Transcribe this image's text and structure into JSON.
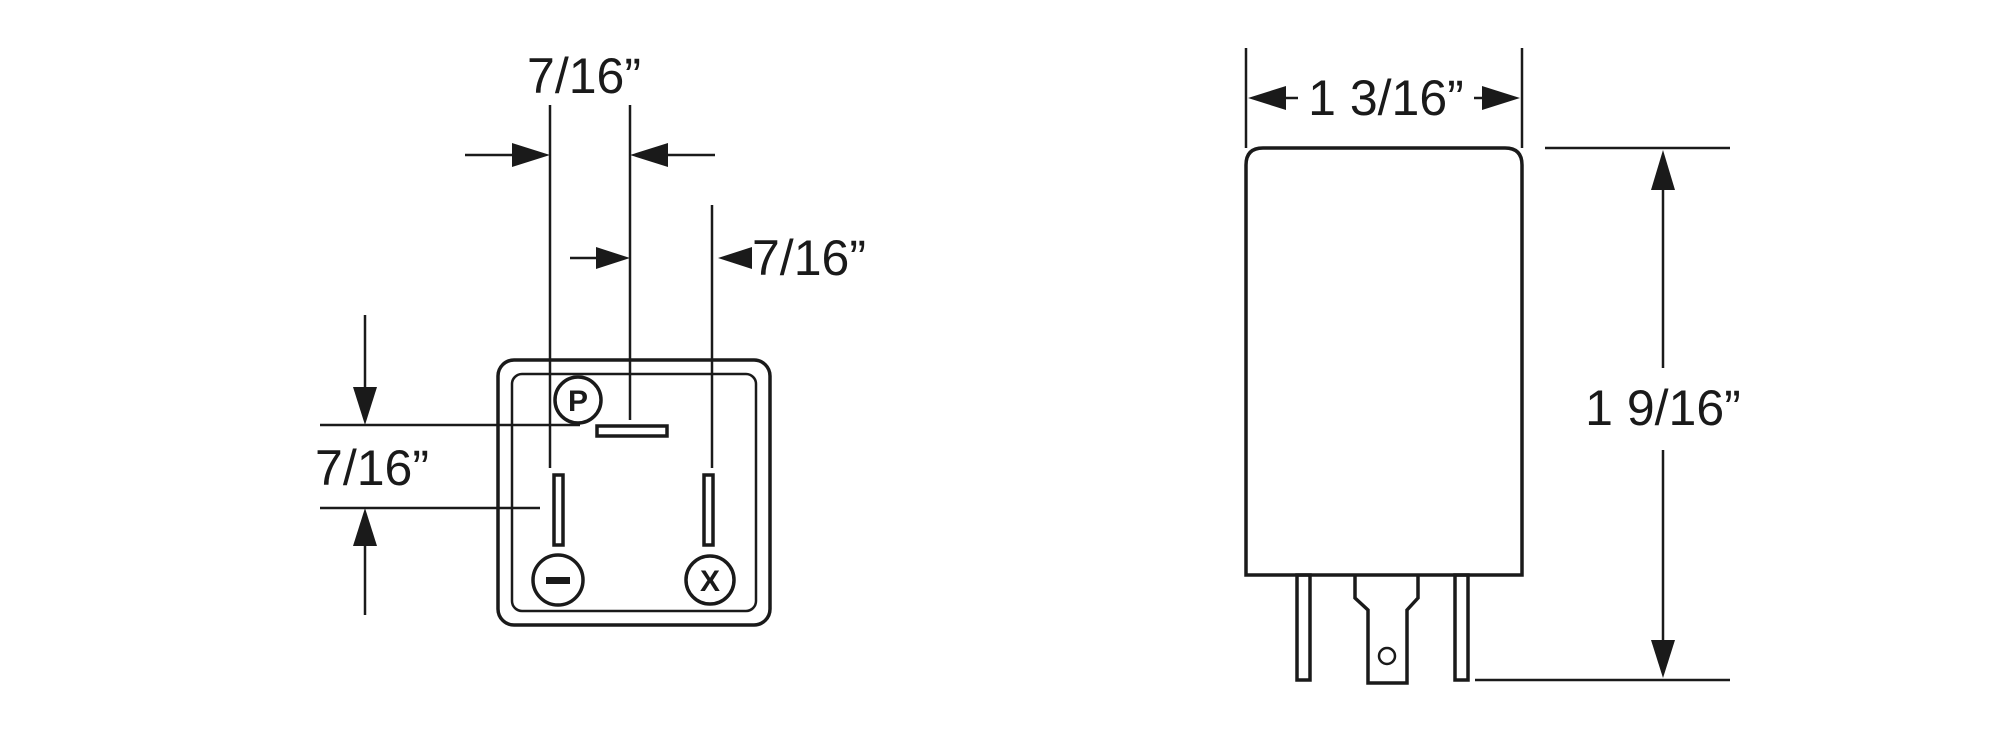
{
  "diagram": {
    "end_view": {
      "dim_top": "7/16”",
      "dim_right": "7/16”",
      "dim_left": "7/16”",
      "terminals": {
        "p_label": "P",
        "x_label": "X",
        "neg_label": "−"
      }
    },
    "side_view": {
      "dim_width": "1 3/16”",
      "dim_height": "1 9/16”"
    }
  }
}
